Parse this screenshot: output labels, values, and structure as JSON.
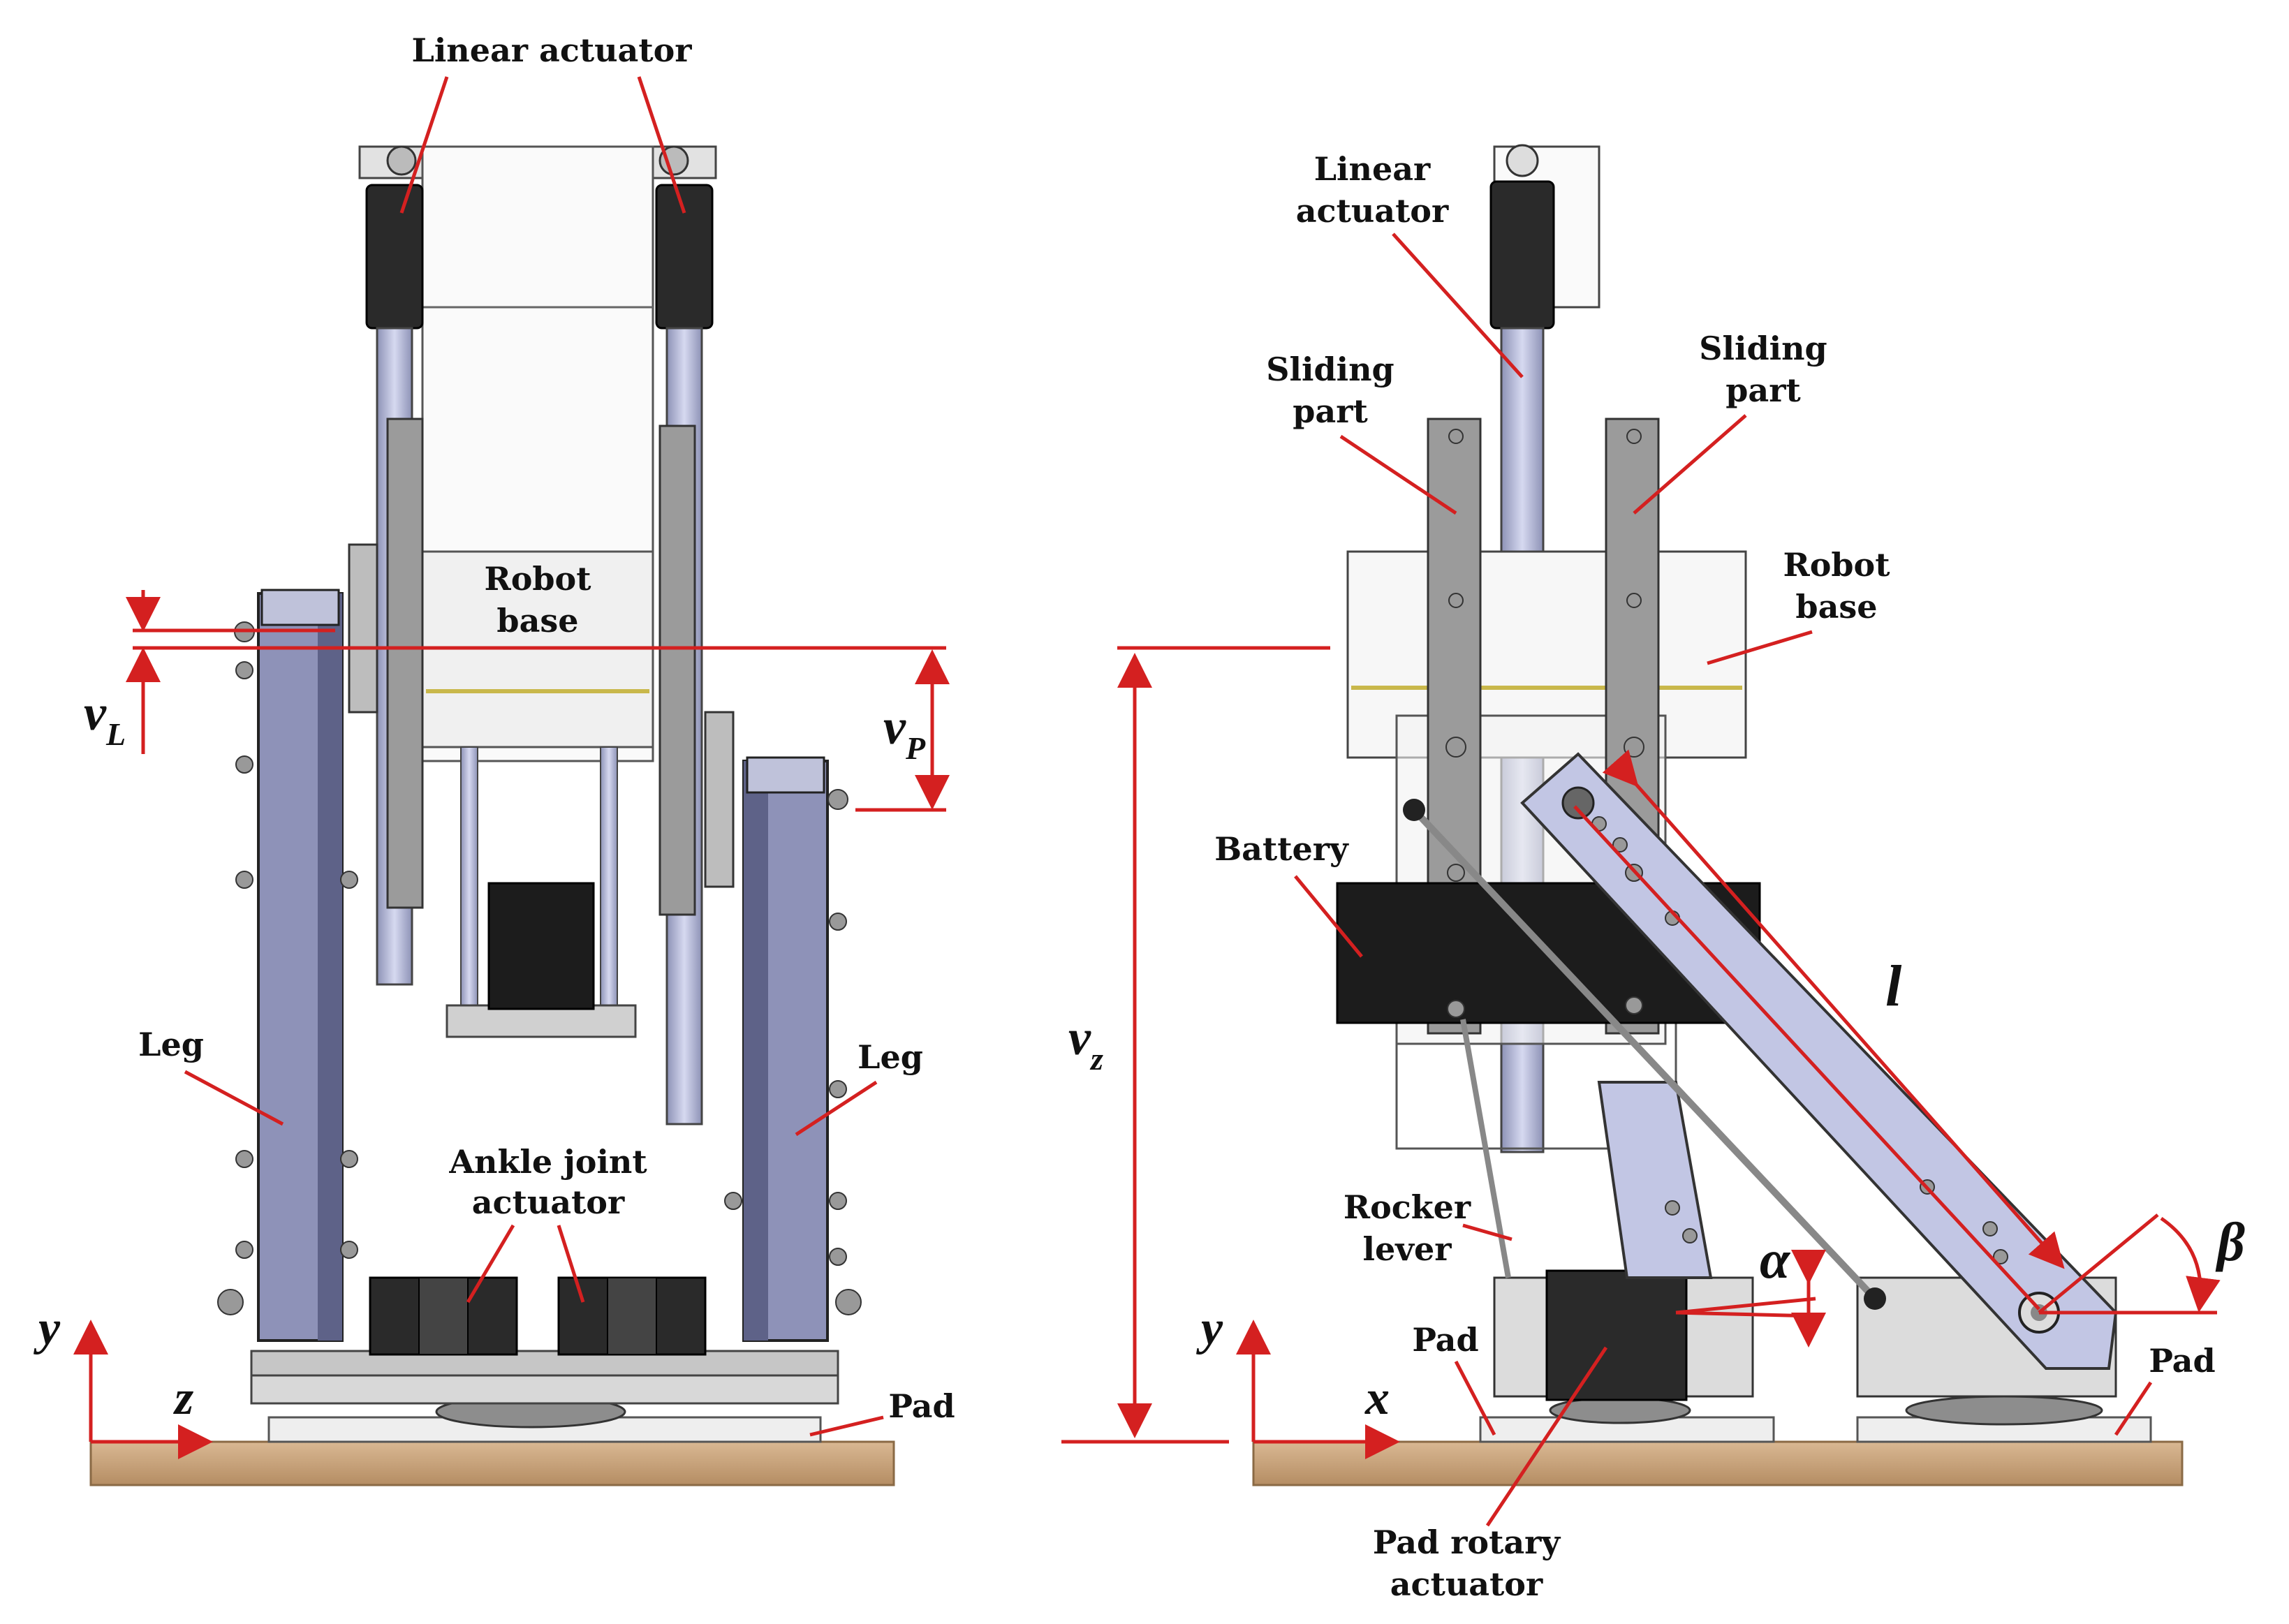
{
  "left_view": {
    "labels": {
      "linear_actuator": "Linear actuator",
      "robot_base_1": "Robot",
      "robot_base_2": "base",
      "leg_left": "Leg",
      "leg_right": "Leg",
      "ankle_1": "Ankle joint",
      "ankle_2": "actuator",
      "pad": "Pad"
    },
    "symbols": {
      "vL_main": "v",
      "vL_sub": "L",
      "vP_main": "v",
      "vP_sub": "P",
      "axis_y": "y",
      "axis_z": "z"
    }
  },
  "right_view": {
    "labels": {
      "linear_actuator_1": "Linear",
      "linear_actuator_2": "actuator",
      "sliding_left_1": "Sliding",
      "sliding_left_2": "part",
      "sliding_right_1": "Sliding",
      "sliding_right_2": "part",
      "robot_base_1": "Robot",
      "robot_base_2": "base",
      "battery": "Battery",
      "rocker_1": "Rocker",
      "rocker_2": "lever",
      "pad_left": "Pad",
      "pad_right": "Pad",
      "pad_rotary_1": "Pad rotary",
      "pad_rotary_2": "actuator"
    },
    "symbols": {
      "vz_main": "v",
      "vz_sub": "z",
      "l": "l",
      "alpha": "α",
      "beta": "β",
      "axis_y": "y",
      "axis_x": "x"
    }
  },
  "colors": {
    "annotation": "#d42020",
    "ground": "#c9a57e",
    "leg_panel": "#8e92b8",
    "actuator_body": "#2a2a2a",
    "frame_gray": "#9a9a9a",
    "arm_blue": "#c2c6e4"
  }
}
